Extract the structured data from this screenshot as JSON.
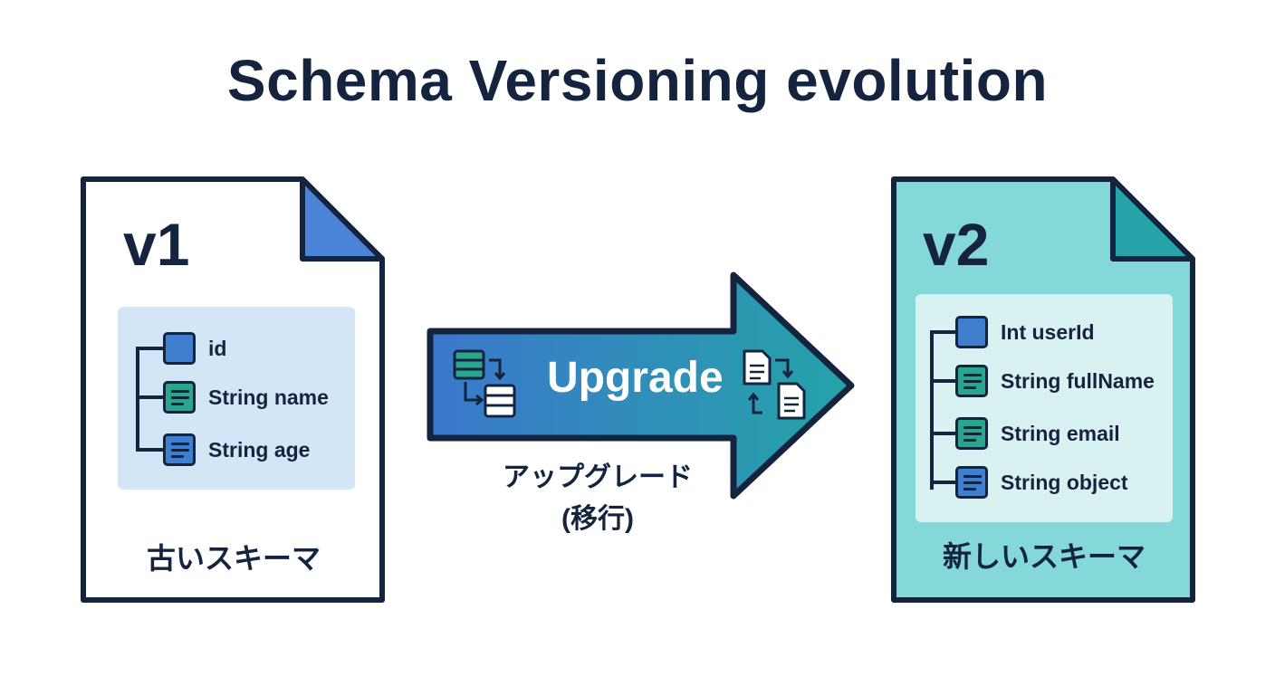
{
  "title": "Schema Versioning evolution",
  "colors": {
    "navy": "#14243f",
    "blue": "#3f7fd0",
    "green": "#2aa58e",
    "light_blue_panel": "#d3e6f6",
    "teal_doc": "#84d8d8",
    "arrow_start": "#3b78cc",
    "arrow_end": "#25a3a8"
  },
  "v1": {
    "version": "v1",
    "caption": "古いスキーマ",
    "fields": [
      {
        "label": "id",
        "icon": "blue-square-icon"
      },
      {
        "label": "String name",
        "icon": "green-lines-icon"
      },
      {
        "label": "String age",
        "icon": "blue-lines-icon"
      }
    ]
  },
  "arrow": {
    "label": "Upgrade",
    "caption_line1": "アップグレード",
    "caption_line2": "(移行)",
    "left_icon": "database-convert-icon",
    "right_icon": "document-swap-icon"
  },
  "v2": {
    "version": "v2",
    "caption": "新しいスキーマ",
    "fields": [
      {
        "label": "Int userId",
        "icon": "blue-square-icon"
      },
      {
        "label": "String fullName",
        "icon": "green-lines-icon"
      },
      {
        "label": "String email",
        "icon": "green-lines-icon"
      },
      {
        "label": "String object",
        "icon": "blue-lines-icon"
      }
    ]
  }
}
